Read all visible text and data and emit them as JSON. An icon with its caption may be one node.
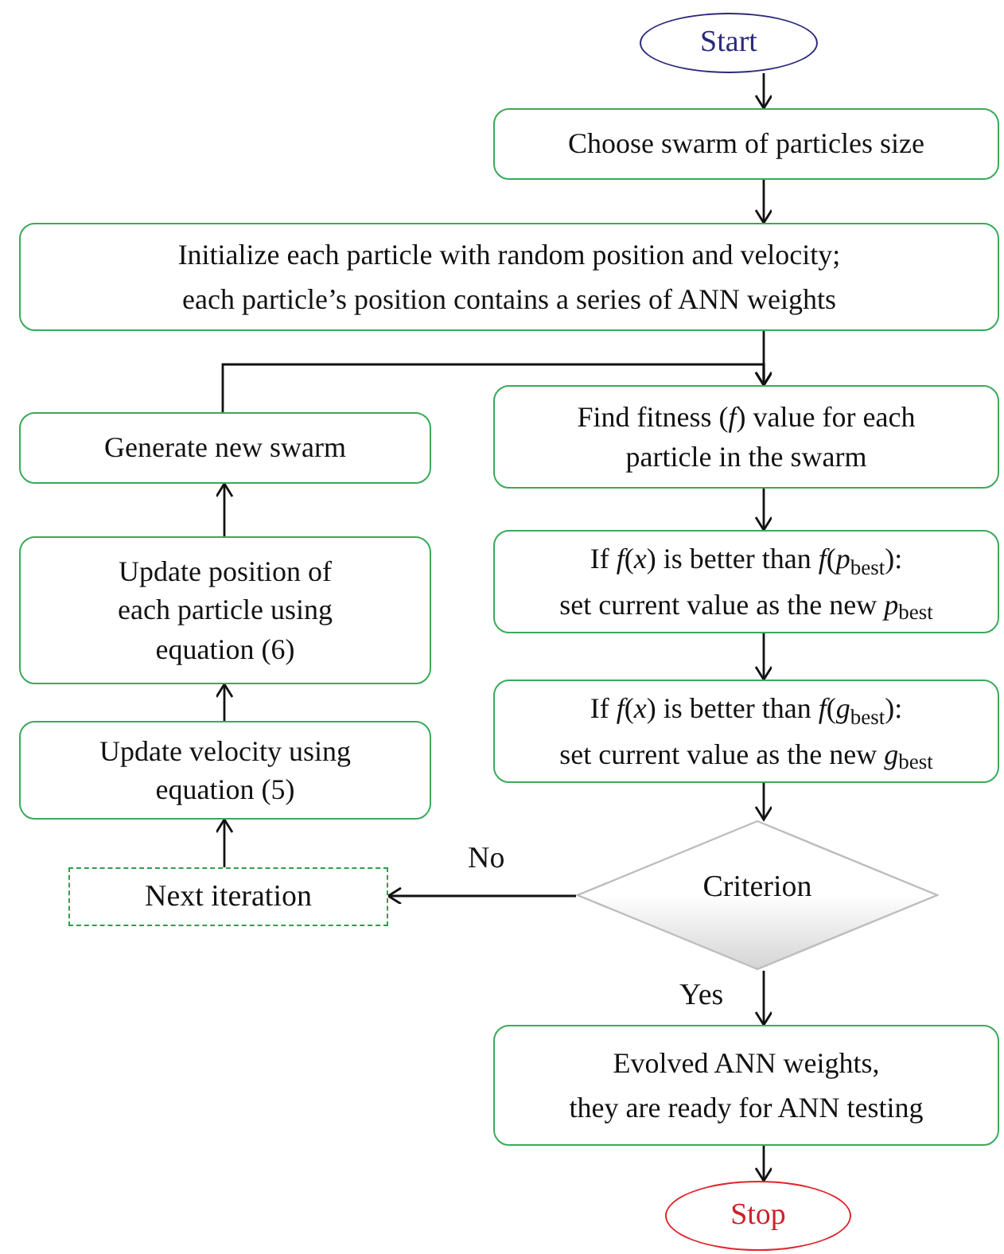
{
  "diagram": {
    "nodes": [
      {
        "text": [
          "Start"
        ]
      },
      {
        "text": [
          "Choose swarm of particles size"
        ]
      },
      {
        "text": [
          "Initialize each particle with random position and velocity;",
          "each particle’s position contains a series of ANN weights"
        ]
      },
      {
        "text": [
          "Generate new swarm"
        ]
      },
      {
        "text": [
          "Find fitness (*f*) value for each particle in the swarm"
        ]
      },
      {
        "text": [
          "If *f*(*x*) is better than *f*(*p*$_{best}$):",
          "set current value as the new *p*$_{best}$"
        ]
      },
      {
        "text": [
          "If *f*(*x*) is better than *f*(*g*$_{best}$):",
          "set current value as the new *g*$_{best}$"
        ]
      },
      {
        "text": [
          "Update position of each particle using equation (6)"
        ]
      },
      {
        "text": [
          "Update velocity using equation (5)"
        ]
      },
      {
        "text": [
          "Next iteration"
        ]
      },
      {
        "text": [
          "Criterion"
        ]
      },
      {
        "text": [
          "Evolved ANN weights,",
          "they are ready for ANN testing"
        ]
      },
      {
        "text": [
          "Stop"
        ]
      }
    ],
    "edges": [
      {
        "from": 0,
        "to": 1,
        "arrow": "to"
      },
      {
        "from": 1,
        "to": 2,
        "arrow": "to"
      },
      {
        "from": 2,
        "to": 4,
        "arrow": "to"
      },
      {
        "from": 3,
        "to": 4,
        "arrow": "to"
      },
      {
        "from": 4,
        "to": 5,
        "arrow": "to"
      },
      {
        "from": 5,
        "to": 6,
        "arrow": "to"
      },
      {
        "from": 6,
        "to": 10,
        "arrow": "to"
      },
      {
        "from": 10,
        "to": 9,
        "arrow": "to",
        "label": "No"
      },
      {
        "from": 10,
        "to": 11,
        "arrow": "to",
        "label": "Yes"
      },
      {
        "from": 11,
        "to": 12,
        "arrow": "to"
      },
      {
        "from": 9,
        "to": 8,
        "arrow": "to"
      },
      {
        "from": 8,
        "to": 7,
        "arrow": "to"
      },
      {
        "from": 7,
        "to": 3,
        "arrow": "to"
      }
    ]
  }
}
